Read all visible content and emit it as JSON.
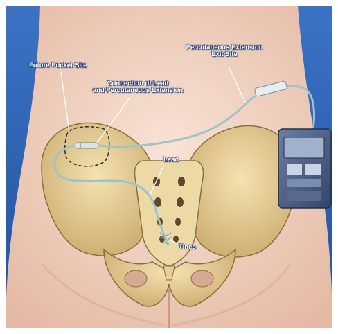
{
  "labels": {
    "future_pocket_site": "Future Pocket Site",
    "connection_line1": "Connection of Lead",
    "connection_line2": "and Percutaneous Extension",
    "extension_line1": "Percutaneous Extension",
    "extension_line2": "Exit Site",
    "lead": "Lead",
    "tines": "Tines"
  },
  "colors": {
    "background_blue": "#2f64b4",
    "skin": "#f2d5c4",
    "bone": "#e6cf96",
    "lead_wire": "#9fc3c6",
    "device": "#4c5f80",
    "label_text": "#ffffff"
  }
}
